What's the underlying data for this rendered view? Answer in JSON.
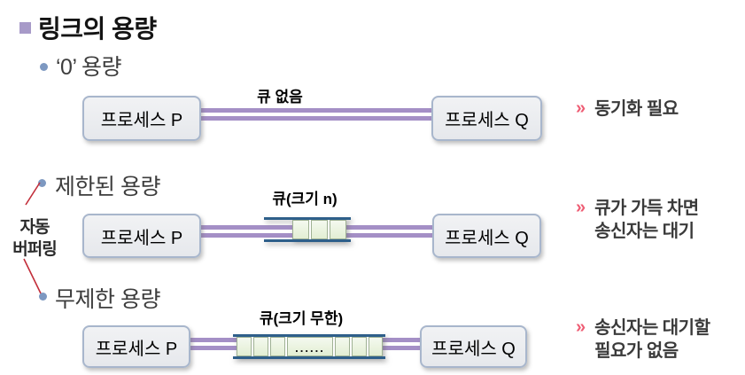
{
  "slide": {
    "title": "링크의 용량"
  },
  "labels": {
    "process_p": "프로세스 P",
    "process_q": "프로세스 Q",
    "side_note_line1": "자동",
    "side_note_line2": "버퍼링",
    "note_marker": "»",
    "queue_dots": "......"
  },
  "sections": [
    {
      "heading": "‘0’ 용량",
      "link_label": "큐 없음",
      "note_line1": "동기화 필요"
    },
    {
      "heading": "제한된 용량",
      "link_label": "큐(크기 n)",
      "note_line1": "큐가 가득 차면",
      "note_line2": "송신자는 대기"
    },
    {
      "heading": "무제한 용량",
      "link_label": "큐(크기 무한)",
      "note_line1": "송신자는 대기할",
      "note_line2": "필요가 없음"
    }
  ],
  "colors": {
    "accent_purple": "#a79ac8",
    "bullet_blue": "#7d98c1",
    "link_line": "#a48fc6",
    "queue_border": "#2e5f8a",
    "queue_cell": "#e9f2df",
    "marker_pink": "#ee5d74",
    "connector_red": "#c22e3a"
  }
}
